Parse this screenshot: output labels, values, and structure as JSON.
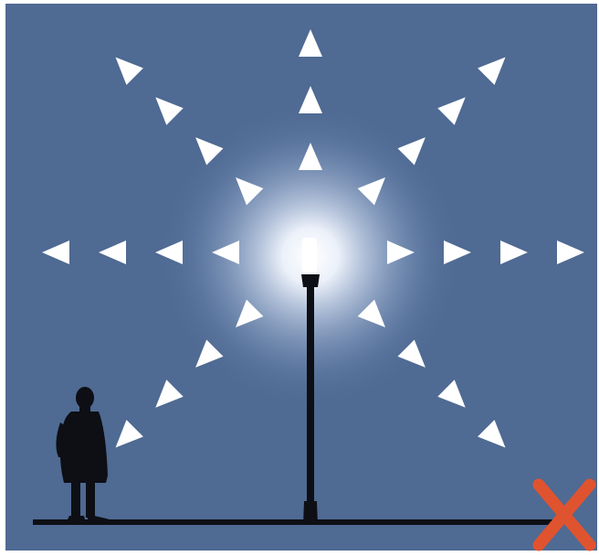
{
  "figure": {
    "background_color": "#4f6a93",
    "frame_color": "#ffffff",
    "glow_color": "#ffffff",
    "arrow_color": "#ffffff",
    "silhouette_color": "#0d0f14",
    "cross_color": "#e0532f",
    "icons": [
      "street-lamp-icon",
      "person-silhouette-icon",
      "cross-mark-icon",
      "light-ray-arrow-icon"
    ]
  },
  "rays": [
    {
      "direction": "up",
      "arrow_count": 3
    },
    {
      "direction": "up-right",
      "arrow_count": 4
    },
    {
      "direction": "right",
      "arrow_count": 4
    },
    {
      "direction": "down-right",
      "arrow_count": 4
    },
    {
      "direction": "down-left",
      "arrow_count": 4
    },
    {
      "direction": "left",
      "arrow_count": 4
    },
    {
      "direction": "up-left",
      "arrow_count": 4
    }
  ],
  "verdict": {
    "symbol": "cross",
    "meaning": "incorrect"
  }
}
